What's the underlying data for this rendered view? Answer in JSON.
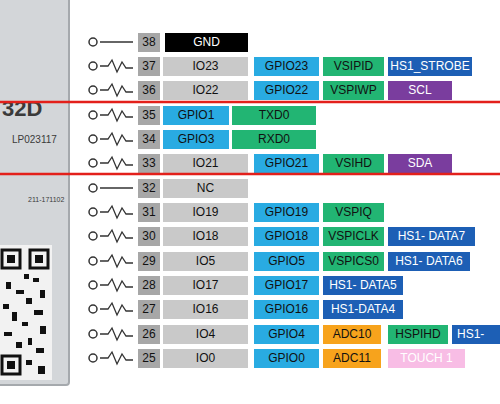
{
  "diagram": {
    "nodes": [
      {
        "text": [
          "32D",
          "LP023117",
          "211-171102"
        ]
      },
      {
        "text": [
          "38"
        ]
      },
      {
        "text": [
          "GND"
        ]
      },
      {
        "text": [
          "37"
        ]
      },
      {
        "text": [
          "IO23"
        ]
      },
      {
        "text": [
          "GPIO23"
        ]
      },
      {
        "text": [
          "VSIPID"
        ]
      },
      {
        "text": [
          "HS1_STROBE"
        ]
      },
      {
        "text": [
          "36"
        ]
      },
      {
        "text": [
          "IO22"
        ]
      },
      {
        "text": [
          "GPIO22"
        ]
      },
      {
        "text": [
          "VSPIWP"
        ]
      },
      {
        "text": [
          "SCL"
        ]
      },
      {
        "text": [
          "35"
        ]
      },
      {
        "text": [
          "GPIO1"
        ]
      },
      {
        "text": [
          "TXD0"
        ]
      },
      {
        "text": [
          "34"
        ]
      },
      {
        "text": [
          "GPIO3"
        ]
      },
      {
        "text": [
          "RXD0"
        ]
      },
      {
        "text": [
          "33"
        ]
      },
      {
        "text": [
          "IO21"
        ]
      },
      {
        "text": [
          "GPIO21"
        ]
      },
      {
        "text": [
          "VSIHD"
        ]
      },
      {
        "text": [
          "SDA"
        ]
      },
      {
        "text": [
          "32"
        ]
      },
      {
        "text": [
          "NC"
        ]
      },
      {
        "text": [
          "31"
        ]
      },
      {
        "text": [
          "IO19"
        ]
      },
      {
        "text": [
          "GPIO19"
        ]
      },
      {
        "text": [
          "VSPIQ"
        ]
      },
      {
        "text": [
          "30"
        ]
      },
      {
        "text": [
          "IO18"
        ]
      },
      {
        "text": [
          "GPIO18"
        ]
      },
      {
        "text": [
          "VSPICLK"
        ]
      },
      {
        "text": [
          "HS1- DATA7"
        ]
      },
      {
        "text": [
          "29"
        ]
      },
      {
        "text": [
          "IO5"
        ]
      },
      {
        "text": [
          "GPIO5"
        ]
      },
      {
        "text": [
          "VSPICS0"
        ]
      },
      {
        "text": [
          "HS1- DATA6"
        ]
      },
      {
        "text": [
          "28"
        ]
      },
      {
        "text": [
          "IO17"
        ]
      },
      {
        "text": [
          "GPIO17"
        ]
      },
      {
        "text": [
          "HS1- DATA5"
        ]
      },
      {
        "text": [
          "27"
        ]
      },
      {
        "text": [
          "IO16"
        ]
      },
      {
        "text": [
          "GPIO16"
        ]
      },
      {
        "text": [
          "HS1-DATA4"
        ]
      },
      {
        "text": [
          "26"
        ]
      },
      {
        "text": [
          "IO4"
        ]
      },
      {
        "text": [
          "GPIO4"
        ]
      },
      {
        "text": [
          "ADC10"
        ]
      },
      {
        "text": [
          "HSPIHD"
        ]
      },
      {
        "text": [
          "HS1-"
        ]
      },
      {
        "text": [
          "25"
        ]
      },
      {
        "text": [
          "IO0"
        ]
      },
      {
        "text": [
          "GPIO0"
        ]
      },
      {
        "text": [
          "ADC11"
        ]
      },
      {
        "text": [
          "TOUCH 1"
        ]
      }
    ]
  }
}
